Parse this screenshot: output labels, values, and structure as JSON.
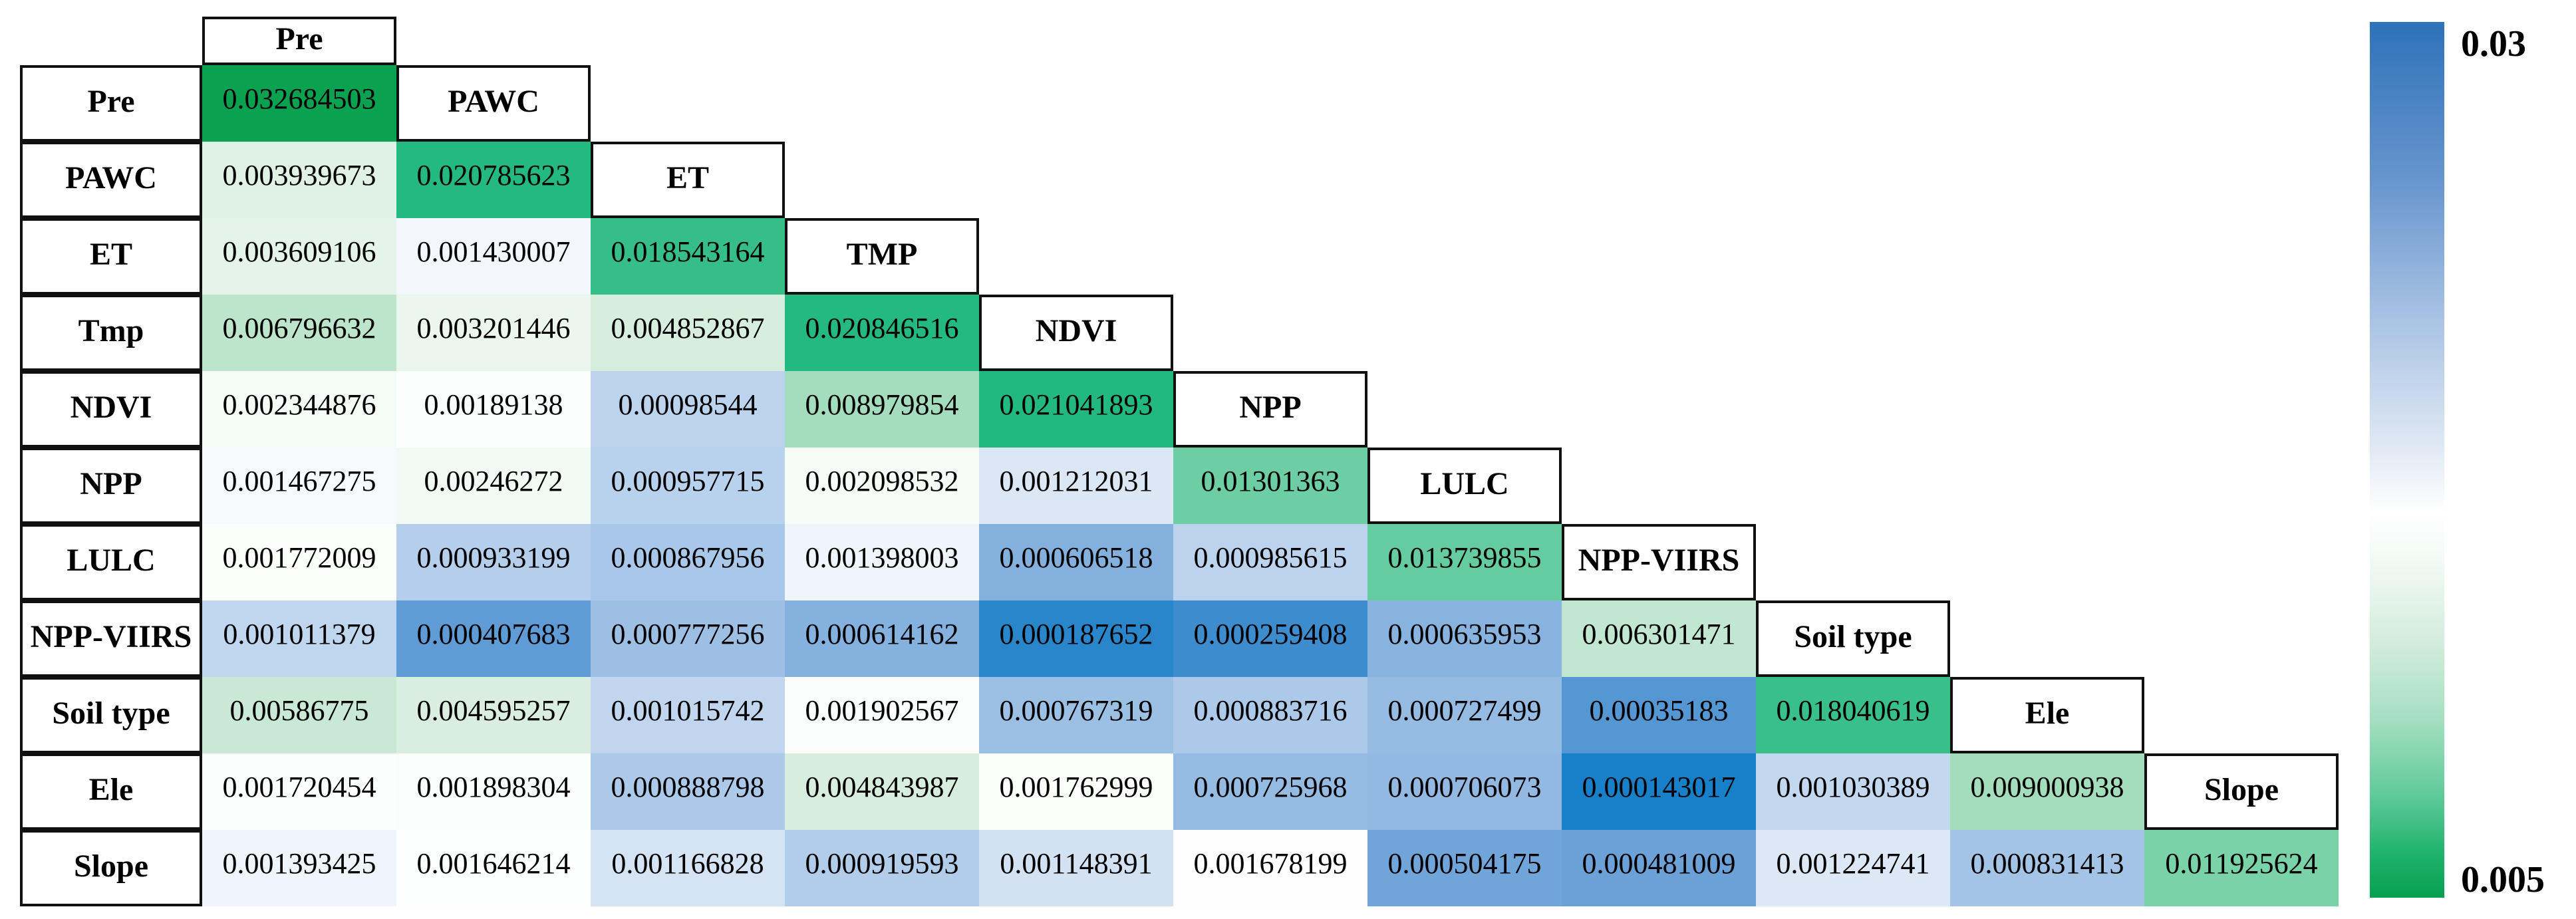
{
  "chart_data": {
    "type": "heatmap",
    "title": "",
    "description_labels": {
      "matrix_shape": "lower-triangular",
      "row_labels": [
        "Pre",
        "PAWC",
        "ET",
        "Tmp",
        "NDVI",
        "NPP",
        "LULC",
        "NPP-VIIRS",
        "Soil type",
        "Ele",
        "Slope"
      ],
      "col_labels": [
        "Pre",
        "PAWC",
        "ET",
        "TMP",
        "NDVI",
        "NPP",
        "LULC",
        "NPP-VIIRS",
        "Soil type",
        "Ele",
        "Slope"
      ]
    },
    "values": [
      [
        "0.032684503"
      ],
      [
        "0.003939673",
        "0.020785623"
      ],
      [
        "0.003609106",
        "0.001430007",
        "0.018543164"
      ],
      [
        "0.006796632",
        "0.003201446",
        "0.004852867",
        "0.020846516"
      ],
      [
        "0.002344876",
        "0.00189138",
        "0.00098544",
        "0.008979854",
        "0.021041893"
      ],
      [
        "0.001467275",
        "0.00246272",
        "0.000957715",
        "0.002098532",
        "0.001212031",
        "0.01301363"
      ],
      [
        "0.001772009",
        "0.000933199",
        "0.000867956",
        "0.001398003",
        "0.000606518",
        "0.000985615",
        "0.013739855"
      ],
      [
        "0.001011379",
        "0.000407683",
        "0.000777256",
        "0.000614162",
        "0.000187652",
        "0.000259408",
        "0.000635953",
        "0.006301471"
      ],
      [
        "0.00586775",
        "0.004595257",
        "0.001015742",
        "0.001902567",
        "0.000767319",
        "0.000883716",
        "0.000727499",
        "0.00035183",
        "0.018040619"
      ],
      [
        "0.001720454",
        "0.001898304",
        "0.000888798",
        "0.004843987",
        "0.001762999",
        "0.000725968",
        "0.000706073",
        "0.000143017",
        "0.001030389",
        "0.009000938"
      ],
      [
        "0.001393425",
        "0.001646214",
        "0.001166828",
        "0.000919593",
        "0.001148391",
        "0.001678199",
        "0.000504175",
        "0.000481009",
        "0.001224741",
        "0.000831413",
        "0.011925624"
      ]
    ],
    "colorbar": {
      "orientation": "vertical",
      "position": "right",
      "top_label": "0.03",
      "bottom_label": "0.005",
      "top_color": "#2e72ba",
      "bottom_color": "#07a04e",
      "middle_color": "#ffffff"
    },
    "colors": {
      "low_value_blue": "#1781c9",
      "high_value_green": "#0aa14f",
      "cell_text": "#000000",
      "box_border": "#111111",
      "background": "#ffffff"
    }
  }
}
